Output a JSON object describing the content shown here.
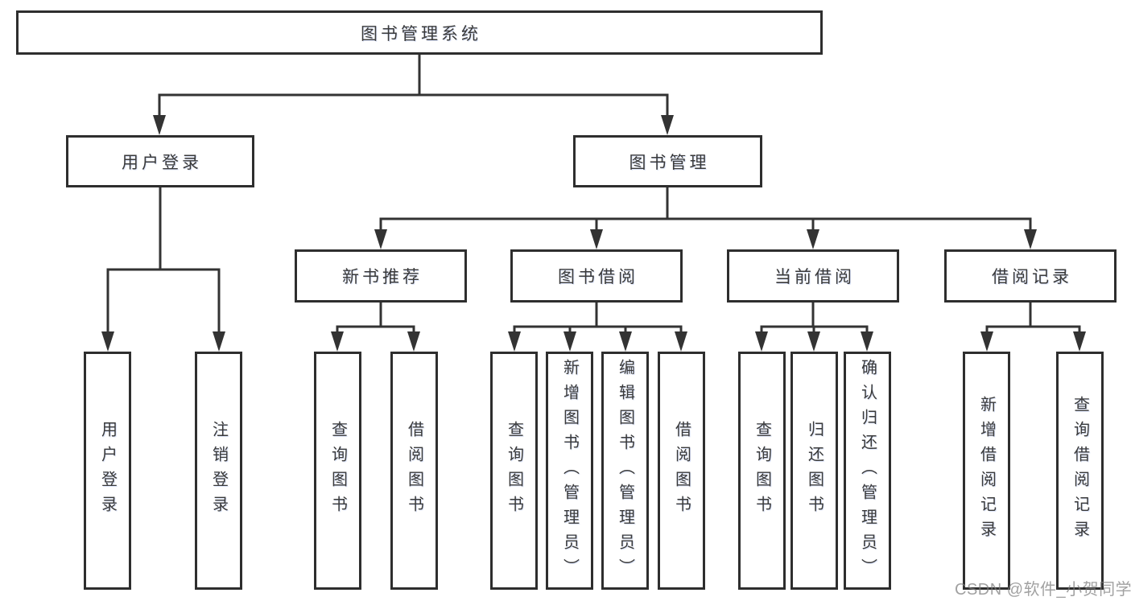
{
  "tree": {
    "root": {
      "label": "图书管理系统"
    },
    "children": [
      {
        "label": "用户登录",
        "children": [
          {
            "label": "用户登录"
          },
          {
            "label": "注销登录"
          }
        ]
      },
      {
        "label": "图书管理",
        "children": [
          {
            "label": "新书推荐",
            "children": [
              {
                "label": "查询图书"
              },
              {
                "label": "借阅图书"
              }
            ]
          },
          {
            "label": "图书借阅",
            "children": [
              {
                "label": "查询图书"
              },
              {
                "label": "新增图书（管理员）"
              },
              {
                "label": "编辑图书（管理员）"
              },
              {
                "label": "借阅图书"
              }
            ]
          },
          {
            "label": "当前借阅",
            "children": [
              {
                "label": "查询图书"
              },
              {
                "label": "归还图书"
              },
              {
                "label": "确认归还（管理员）"
              }
            ]
          },
          {
            "label": "借阅记录",
            "children": [
              {
                "label": "新增借阅记录"
              },
              {
                "label": "查询借阅记录"
              }
            ]
          }
        ]
      }
    ]
  },
  "watermark": {
    "text": "CSDN @软件_小贺同学"
  },
  "colors": {
    "line": "#333333",
    "box_border": "#2e2e2e",
    "text": "#3a3a3a",
    "background": "#ffffff",
    "watermark": "#7d7d7d"
  }
}
